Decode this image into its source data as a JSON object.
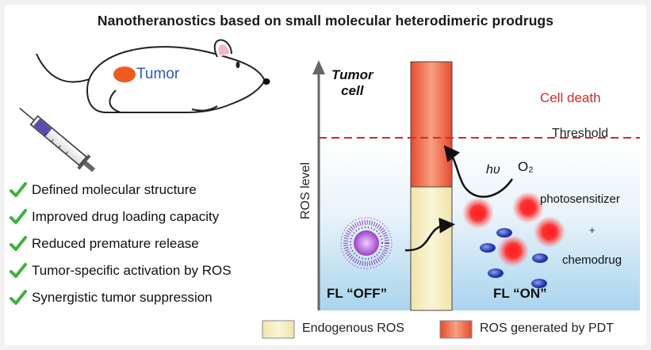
{
  "title": "Nanotheranostics based on small molecular heterodimeric prodrugs",
  "mouse": {
    "tumor_label": "Tumor"
  },
  "features": [
    "Defined molecular structure",
    "Improved drug loading capacity",
    "Reduced premature release",
    "Tumor-specific activation by ROS",
    "Synergistic tumor suppression"
  ],
  "diagram": {
    "tumor_cell_line1": "Tumor",
    "tumor_cell_line2": "cell",
    "y_axis_label": "ROS level",
    "cell_death": "Cell death",
    "threshold": "Threshold",
    "photon": "hυ",
    "oxygen": "O₂",
    "photosensitizer": "photosensitizer",
    "plus": "+",
    "chemodrug": "chemodrug",
    "fl_off": "FL “OFF”",
    "fl_on": "FL “ON”"
  },
  "legend": [
    {
      "label": "Endogenous ROS",
      "color": "#f2e6b0"
    },
    {
      "label": "ROS generated by PDT",
      "color": "#f06a4a"
    }
  ],
  "colors": {
    "tumor": "#f05a1e",
    "threshold": "#d42a2a",
    "cell_death": "#d42a2a",
    "check": "#3bb33b",
    "panel_top": "#ffffff",
    "panel_bottom": "#a9d4ee"
  }
}
